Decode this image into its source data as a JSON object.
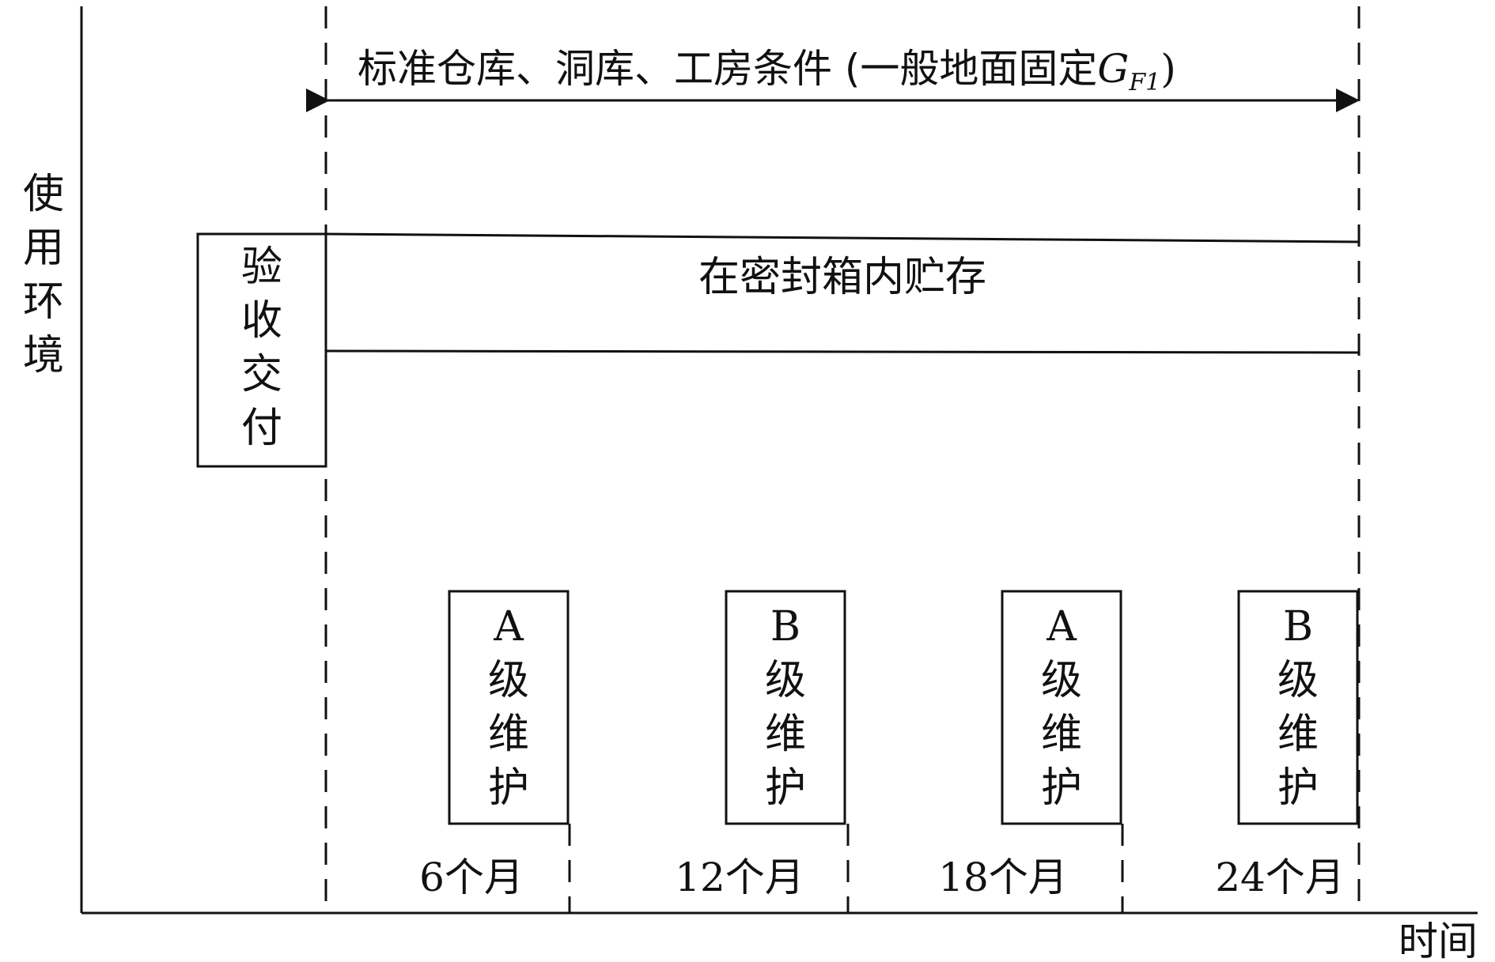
{
  "axes": {
    "y_label_chars": [
      "使",
      "用",
      "环",
      "境"
    ],
    "x_label": "时间"
  },
  "environment_label": {
    "main": "标准仓库、洞库、工房条件 (一般地面固定",
    "symbol": "G",
    "subscript": "F1",
    "closing": ")"
  },
  "acceptance_box": {
    "chars": [
      "验",
      "收",
      "交",
      "付"
    ]
  },
  "storage_band": {
    "label": "在密封箱内贮存"
  },
  "maintenance": [
    {
      "grade": "A",
      "chars": [
        "级",
        "维",
        "护"
      ],
      "time_label": "6个月"
    },
    {
      "grade": "B",
      "chars": [
        "级",
        "维",
        "护"
      ],
      "time_label": "12个月"
    },
    {
      "grade": "A",
      "chars": [
        "级",
        "维",
        "护"
      ],
      "time_label": "18个月"
    },
    {
      "grade": "B",
      "chars": [
        "级",
        "维",
        "护"
      ],
      "time_label": "24个月"
    }
  ],
  "colors": {
    "stroke": "#111111",
    "background": "#ffffff"
  }
}
